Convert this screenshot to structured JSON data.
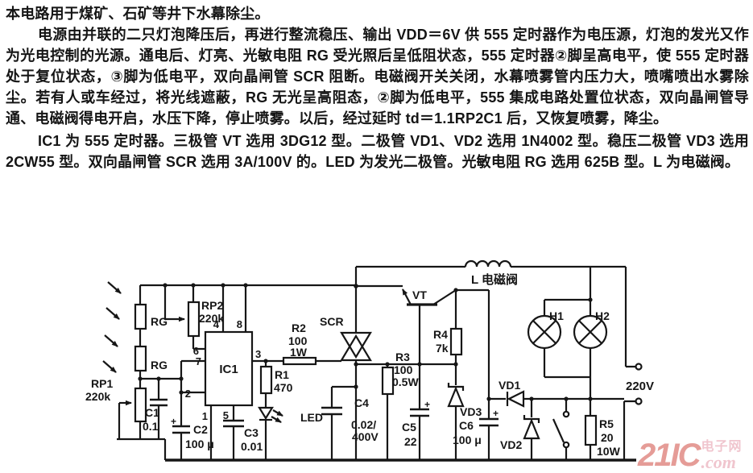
{
  "document": {
    "paragraphs": [
      "本电路用于煤矿、石矿等井下水幕除尘。",
      "电源由并联的二只灯泡降压后，再进行整流稳压、输出 VDD＝6V 供 555 定时器作为电压源，灯泡的发光又作为光电控制的光源。通电后、灯亮、光敏电阻 RG 受光照后呈低阻状态，555 定时器②脚呈高电平，使 555 定时器处于复位状态，③脚为低电平，双向晶闸管 SCR 阻断。电磁阀开关关闭，水幕喷雾管内压力大，喷嘴喷出水雾除尘。若有人或车经过，将光线遮蔽，RG 无光呈高阻态，②脚为低电平，555 集成电路处置位状态，双向晶闸管导通、电磁阀得电开启，水压下降，停止喷雾。以后，经过延时 td＝1.1RP2C1 后，又恢复喷雾，降尘。",
      "IC1 为 555 定时器。三极管 VT 选用 3DG12 型。二极管 VD1、VD2 选用 1N4002 型。稳压二极管 VD3 选用 2CW55 型。双向晶闸管 SCR 选用 3A/100V 的。LED 为发光二极管。光敏电阻 RG 选用 625B 型。L 为电磁阀。"
    ]
  },
  "circuit": {
    "labels": {
      "rg": "RG",
      "rp1": "RP1",
      "rp1_v": "220k",
      "rp2": "RP2",
      "rp2_v": "220k",
      "c1": "C1",
      "c1_v": "0.1",
      "c2": "C2",
      "c2_v": "100 μ",
      "c3": "C3",
      "c3_v": "0.01",
      "ic1": "IC1",
      "r1": "R1",
      "r1_v": "470",
      "led": "LED",
      "r2": "R2",
      "r2_v": "100",
      "r2_w": "1W",
      "scr": "SCR",
      "vt": "VT",
      "coil": "L 电磁阀",
      "c4": "C4",
      "c4_v": "0.02/",
      "c4_v2": "400V",
      "r3": "R3",
      "r3_v": "100",
      "r3_w": "0.5W",
      "c5": "C5",
      "c5_v": "22",
      "r4": "R4",
      "r4_v": "7k",
      "vd1": "VD1",
      "vd2": "VD2",
      "vd3": "VD3",
      "c6": "C6",
      "c6_v": "100 μ",
      "h1": "H1",
      "h2": "H2",
      "supply": "220V",
      "r5": "R5",
      "r5_v": "20",
      "r5_w": "10W",
      "plus": "+"
    },
    "pins": {
      "p1": "1",
      "p2": "2",
      "p3": "3",
      "p4": "4",
      "p5": "5",
      "p6": "6",
      "p7": "7",
      "p8": "8"
    }
  },
  "watermark": {
    "brand": "21IC",
    "site": "电子网",
    "tld": ".com",
    "color_primary": "#e18b86",
    "color_secondary": "#eebcc6"
  }
}
